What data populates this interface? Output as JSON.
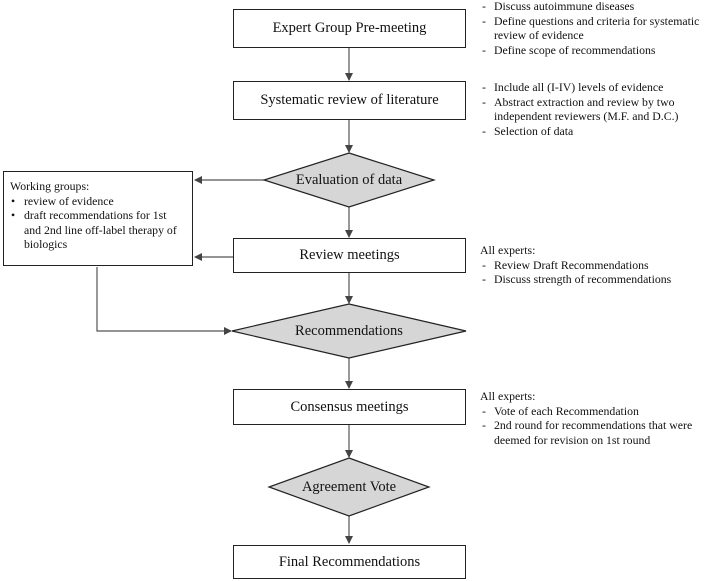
{
  "boxes": {
    "premeeting": "Expert Group Pre-meeting",
    "review": "Systematic review of literature",
    "review_meetings": "Review meetings",
    "consensus": "Consensus meetings",
    "final": "Final Recommendations"
  },
  "diamonds": {
    "evaluation": "Evaluation of data",
    "recommendations": "Recommendations",
    "vote": "Agreement Vote"
  },
  "notes": {
    "premeeting": [
      "Discuss autoimmune diseases",
      "Define questions and criteria for systematic review of evidence",
      "Define scope of recommendations"
    ],
    "review": [
      "Include all (I-IV) levels of evidence",
      "Abstract extraction and review by two independent reviewers (M.F. and D.C.)",
      "Selection of data"
    ],
    "review_meetings_header": "All experts:",
    "review_meetings": [
      "Review Draft Recommendations",
      "Discuss strength of recommendations"
    ],
    "consensus_header": "All experts:",
    "consensus": [
      "Vote of each Recommendation",
      "2nd round for recommendations that were deemed for revision on 1st round"
    ]
  },
  "working_groups": {
    "title": "Working groups:",
    "items": [
      "review of evidence",
      "draft recommendations for 1st and 2nd line off-label therapy of biologics"
    ]
  },
  "colors": {
    "diamond_fill": "#d6d6d6",
    "line": "#555555",
    "border": "#222222"
  }
}
